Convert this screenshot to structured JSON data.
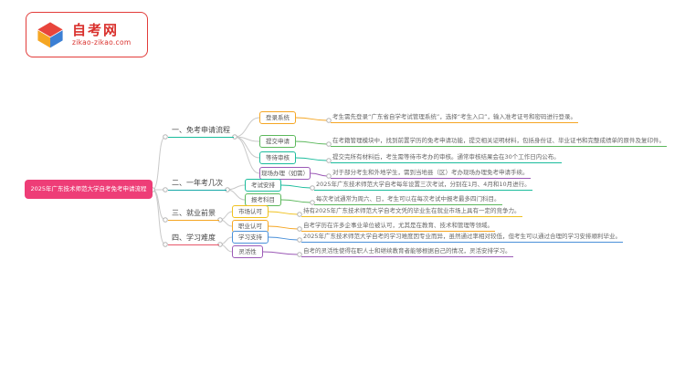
{
  "logo": {
    "title": "自考网",
    "url": "zikao-zikao.com"
  },
  "palette": {
    "brand_red": "#d9302c",
    "root_pink": "#ee3d77",
    "orange": "#f5a623",
    "green": "#5cb85c",
    "teal": "#1abc9c",
    "purple": "#9b59b6",
    "yellow": "#f0c11e",
    "blue": "#4a90d9"
  },
  "mindmap": {
    "root": "2025年广东技术师范大学自考免考申请流程",
    "branches": [
      {
        "label": "一、免考申请流程",
        "color": "teal",
        "children": [
          {
            "label": "登录系统",
            "color": "orange",
            "desc": "考生需先登录“广东省自学考试管理系统”，选择“考生入口”，输入准考证号和密码进行登录。"
          },
          {
            "label": "提交申请",
            "color": "green",
            "desc": "在考籍管理模块中，找到前置学历的免考申请功能，提交相关证明材料，包括身份证、毕业证书和完整成绩单的原件及复印件。"
          },
          {
            "label": "等待审核",
            "color": "teal",
            "desc": "提交完所有材料后，考生需等待市考办的审核。通常审核结果会在30个工作日内公布。"
          },
          {
            "label": "现场办理（如需）",
            "color": "purple",
            "desc": "对于部分考生和外地学生，需到当地县（区）考办现场办理免考申请手续。"
          }
        ]
      },
      {
        "label": "二、一年考几次",
        "color": "teal",
        "children": [
          {
            "label": "考试安排",
            "color": "teal",
            "desc": "2025年广东技术师范大学自考每年设置三次考试，分别在1月、4月和10月进行。"
          },
          {
            "label": "报考科目",
            "color": "green",
            "desc": "每次考试通常为周六、日，考生可以在每次考试中报考最多四门科目。"
          }
        ]
      },
      {
        "label": "三、就业前景",
        "color": "orange",
        "children": [
          {
            "label": "市场认可",
            "color": "yellow",
            "desc": "持有2025年广东技术师范大学自考文凭的毕业生在就业市场上具有一定的竞争力。"
          },
          {
            "label": "职业认可",
            "color": "orange",
            "desc": "自考学历在许多企事业单位被认可，尤其是在教育、技术和管理等领域。"
          }
        ]
      },
      {
        "label": "四、学习难度",
        "color": "red",
        "children": [
          {
            "label": "学习支持",
            "color": "blue",
            "desc": "2025年广东技术师范大学自考的学习难度因专业而异，虽然通过率相对较低，但考生可以通过合理的学习安排顺利毕业。"
          },
          {
            "label": "灵活性",
            "color": "purple",
            "desc": "自考的灵活性使得在职人士和继续教育者能够根据自己的情况，灵活安排学习。"
          }
        ]
      }
    ]
  }
}
